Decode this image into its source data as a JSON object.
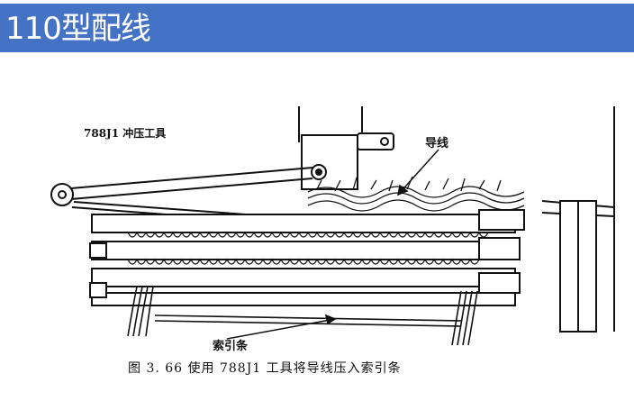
{
  "slide": {
    "title": "110型配线"
  },
  "figure": {
    "tool_label": "788J1  冲压工具",
    "wire_label": "导线",
    "strip_label": "索引条",
    "caption": "图 3. 66    使用 788J1 工具将导线压入索引条"
  }
}
